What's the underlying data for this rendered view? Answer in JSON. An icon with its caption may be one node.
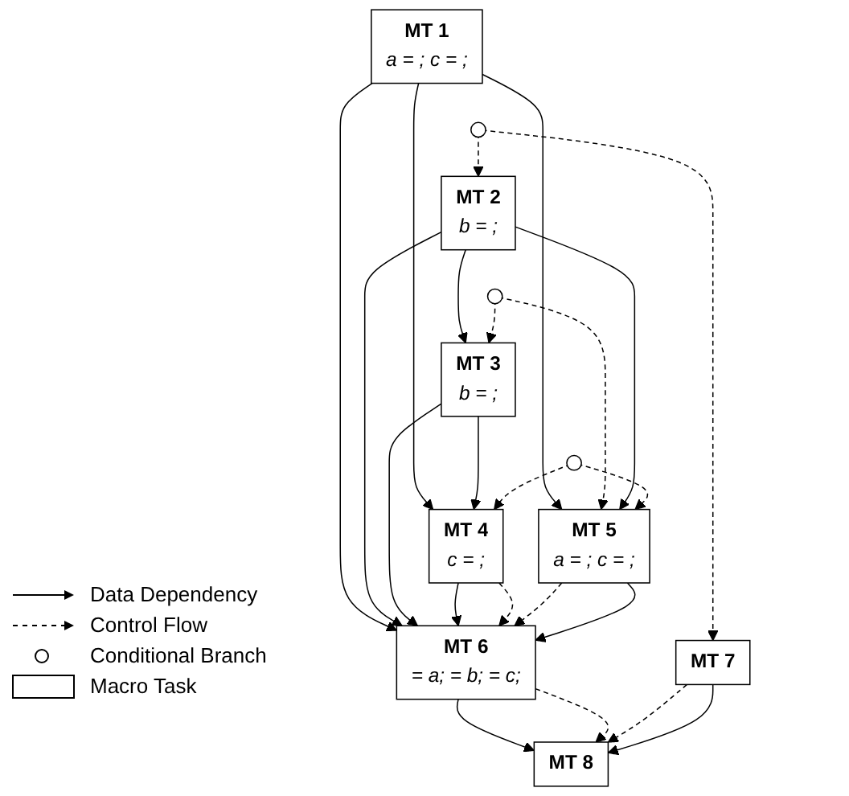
{
  "diagram": {
    "nodes": [
      {
        "text": [
          "MT 1",
          "a = ; c = ;"
        ]
      },
      {
        "text": [
          "MT 2",
          "b = ;"
        ]
      },
      {
        "text": [
          "MT 3",
          "b = ;"
        ]
      },
      {
        "text": [
          "MT 4",
          "c = ;"
        ]
      },
      {
        "text": [
          "MT 5",
          "a = ; c = ;"
        ]
      },
      {
        "text": [
          "MT 6",
          "= a; = b; = c;"
        ]
      },
      {
        "text": [
          "MT 7"
        ]
      },
      {
        "text": [
          "MT 8"
        ]
      },
      {
        "text": [],
        "shape": "circle"
      },
      {
        "text": [],
        "shape": "circle"
      },
      {
        "text": [],
        "shape": "circle"
      }
    ],
    "edges": [
      {
        "from": 8,
        "to": 1,
        "arrow": "to",
        "style": "dashed"
      },
      {
        "from": 0,
        "to": 3,
        "arrow": "to"
      },
      {
        "from": 0,
        "to": 5,
        "arrow": "to"
      },
      {
        "from": 0,
        "to": 4,
        "arrow": "to"
      },
      {
        "from": 8,
        "to": 6,
        "arrow": "to",
        "style": "dashed"
      },
      {
        "from": 1,
        "to": 2,
        "arrow": "to"
      },
      {
        "from": 9,
        "to": 2,
        "arrow": "to",
        "style": "dashed"
      },
      {
        "from": 1,
        "to": 5,
        "arrow": "to"
      },
      {
        "from": 9,
        "to": 4,
        "arrow": "to",
        "style": "dashed"
      },
      {
        "from": 1,
        "to": 4,
        "arrow": "to"
      },
      {
        "from": 2,
        "to": 3,
        "arrow": "to"
      },
      {
        "from": 10,
        "to": 3,
        "arrow": "to",
        "style": "dashed"
      },
      {
        "from": 10,
        "to": 4,
        "arrow": "to",
        "style": "dashed"
      },
      {
        "from": 2,
        "to": 5,
        "arrow": "to"
      },
      {
        "from": 3,
        "to": 5,
        "arrow": "to"
      },
      {
        "from": 3,
        "to": 5,
        "arrow": "to",
        "style": "dashed"
      },
      {
        "from": 4,
        "to": 5,
        "arrow": "to",
        "style": "dashed"
      },
      {
        "from": 4,
        "to": 5,
        "arrow": "to"
      },
      {
        "from": 5,
        "to": 7,
        "arrow": "to"
      },
      {
        "from": 5,
        "to": 7,
        "arrow": "to",
        "style": "dashed"
      },
      {
        "from": 6,
        "to": 7,
        "arrow": "to",
        "style": "dashed"
      },
      {
        "from": 6,
        "to": 7,
        "arrow": "to"
      }
    ],
    "legend": [
      {
        "text": "Data Dependency"
      },
      {
        "text": "Control Flow"
      },
      {
        "text": "Conditional Branch"
      },
      {
        "text": "Macro Task"
      }
    ]
  }
}
